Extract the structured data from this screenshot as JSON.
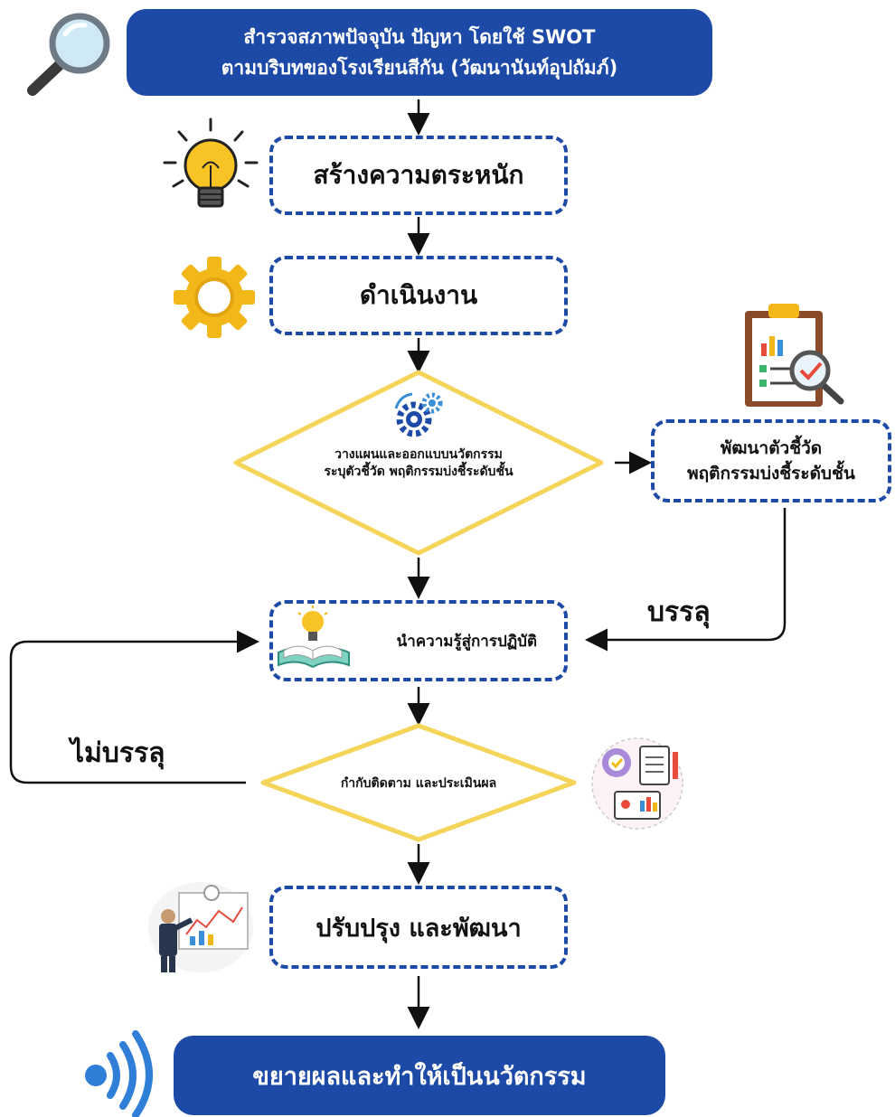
{
  "colors": {
    "primary": "#1d4aa6",
    "diamond_border": "#f5d45a",
    "arrow": "#111111"
  },
  "top_box": {
    "line1": "สำรวจสภาพปัจจุบัน ปัญหา โดยใช้ SWOT",
    "line2": "ตามบริบทของโรงเรียนสีกัน (วัฒนานันท์อุปถัมภ์)"
  },
  "steps": {
    "awareness": "สร้างความตระหนัก",
    "operation": "ดำเนินงาน",
    "plan_line1": "วางแผนและออกแบบนวัตกรรม",
    "plan_line2": "ระบุตัวชี้วัด พฤติกรรมบ่งชี้ระดับชั้น",
    "develop_line1": "พัฒนาตัวชี้วัด",
    "develop_line2": "พฤติกรรมบ่งชี้ระดับชั้น",
    "apply": "นำความรู้สู่การปฏิบัติ",
    "monitor": "กำกับติดตาม และประเมินผล",
    "improve": "ปรับปรุง และพัฒนา",
    "expand": "ขยายผลและทำให้เป็นนวัตกรรม"
  },
  "labels": {
    "achieved": "บรรลุ",
    "not_achieved": "ไม่บรรลุ"
  },
  "icons": [
    "magnifier-icon",
    "lightbulb-icon",
    "gear-icon",
    "clipboard-chart-icon",
    "gears-icon",
    "book-bulb-icon",
    "evaluation-icon",
    "presenter-icon",
    "signal-icon"
  ]
}
